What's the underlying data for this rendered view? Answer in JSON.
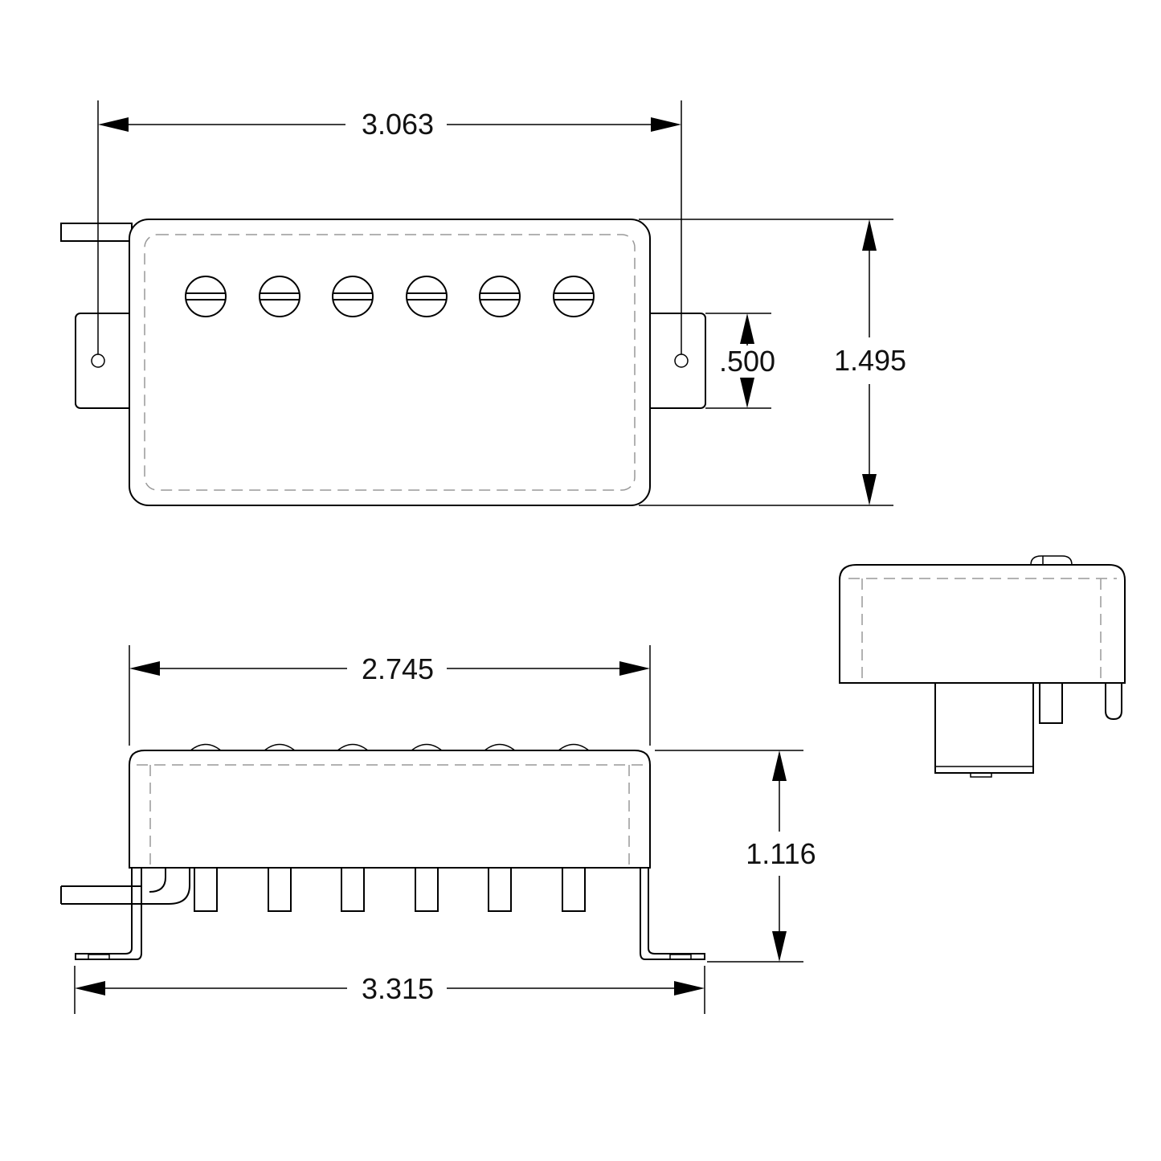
{
  "dimensions": {
    "top_width": "3.063",
    "top_height": "1.495",
    "mount_spacing": ".500",
    "front_width": "2.745",
    "front_height": "1.116",
    "front_overall_width": "3.315"
  },
  "colors": {
    "ink": "#000000",
    "hidden_line": "#999999",
    "background": "#ffffff"
  }
}
